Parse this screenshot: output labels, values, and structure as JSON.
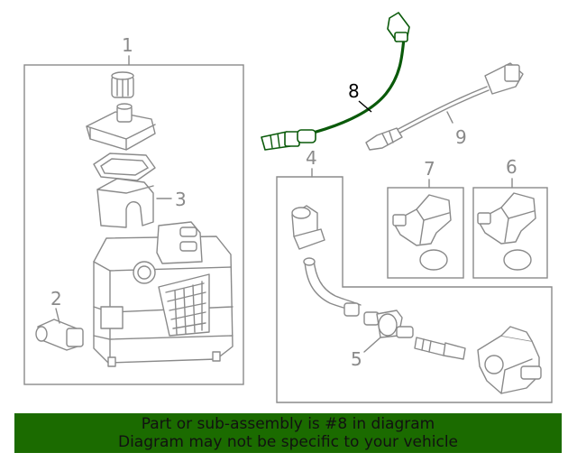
{
  "callouts": {
    "c1": "1",
    "c2": "2",
    "c3": "3",
    "c4": "4",
    "c5": "5",
    "c6": "6",
    "c7": "7",
    "c8": "8",
    "c9": "9"
  },
  "highlight": {
    "part_number": "8",
    "color": "#0a5a0a"
  },
  "banner": {
    "line1": "Part or sub-assembly is #8 in diagram",
    "line2": "Diagram may not be specific to your vehicle",
    "background": "#1b6b00"
  }
}
